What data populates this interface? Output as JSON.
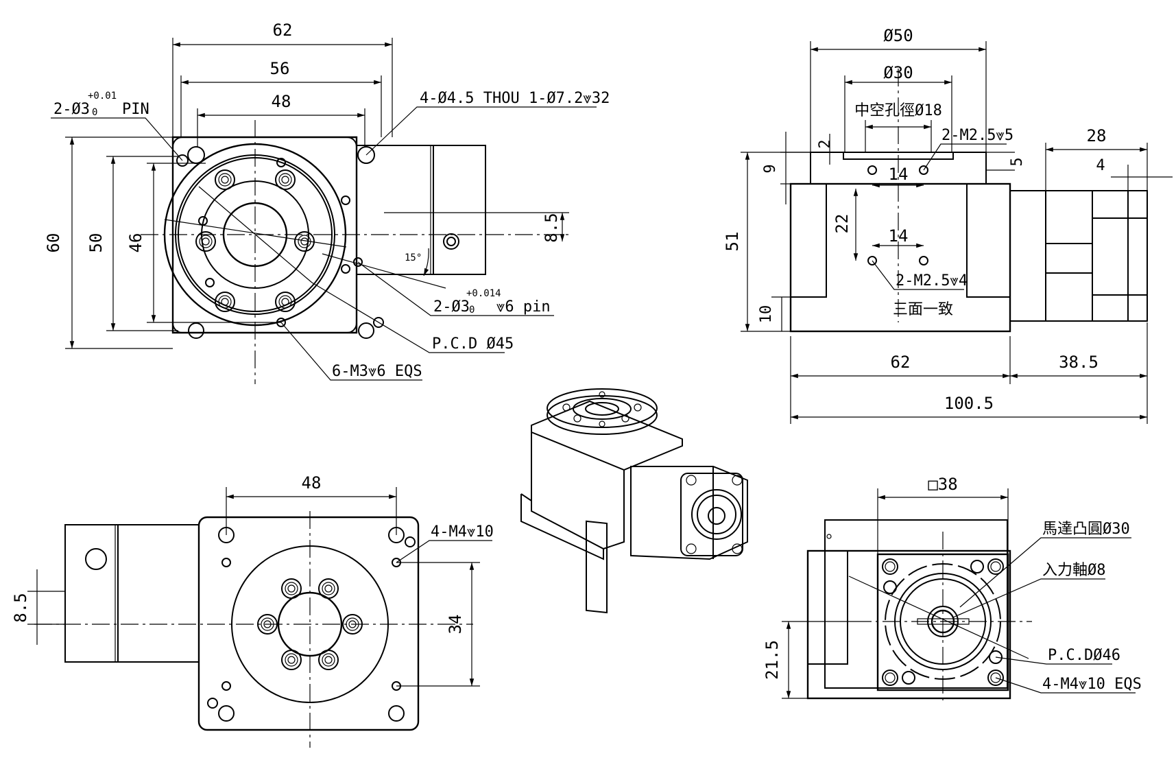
{
  "top_view": {
    "dim_62": "62",
    "dim_56": "56",
    "dim_48": "48",
    "dim_60": "60",
    "dim_50": "50",
    "dim_46": "46",
    "dim_8_5": "8.5",
    "angle_15": "15°",
    "pin_note_main": "2-Ø3",
    "pin_note_tol_upper": "+0.01",
    "pin_note_tol_lower": "0",
    "pin_note_suffix": "PIN",
    "thru_note": "4-Ø4.5 THOU 1-Ø7.2⩔32",
    "pin2_note_main": "2-Ø3",
    "pin2_note_tol_upper": "+0.014",
    "pin2_note_tol_lower": "0",
    "pin2_note_suffix": "⩔6 pin",
    "pcd_note": "P.C.D Ø45",
    "tap_note": "6-M3⩔6 EQS"
  },
  "side_view": {
    "dim_50": "Ø50",
    "dim_30": "Ø30",
    "hollow_note": "中空孔徑Ø18",
    "dim_2": "2",
    "dim_9": "9",
    "dim_5": "5",
    "tap_note_top": "2-M2.5⩔5",
    "dim_14_top": "14",
    "dim_14_mid": "14",
    "dim_22": "22",
    "dim_51": "51",
    "dim_10": "10",
    "tap_note_bottom": "2-M2.5⩔4",
    "three_face_note": "三面一致",
    "dim_28": "28",
    "dim_4": "4",
    "dim_62": "62",
    "dim_38_5": "38.5",
    "dim_100_5": "100.5"
  },
  "bottom_view": {
    "dim_48": "48",
    "tap_note": "4-M4⩔10",
    "dim_8_5": "8.5",
    "dim_34": "34"
  },
  "end_view": {
    "dim_square_38": "□38",
    "motor_boss_note": "馬達凸圓Ø30",
    "input_shaft_note": "入力軸Ø8",
    "pcd_note": "P.C.DØ46",
    "tap_note": "4-M4⩔10 EQS",
    "dim_21_5": "21.5"
  }
}
